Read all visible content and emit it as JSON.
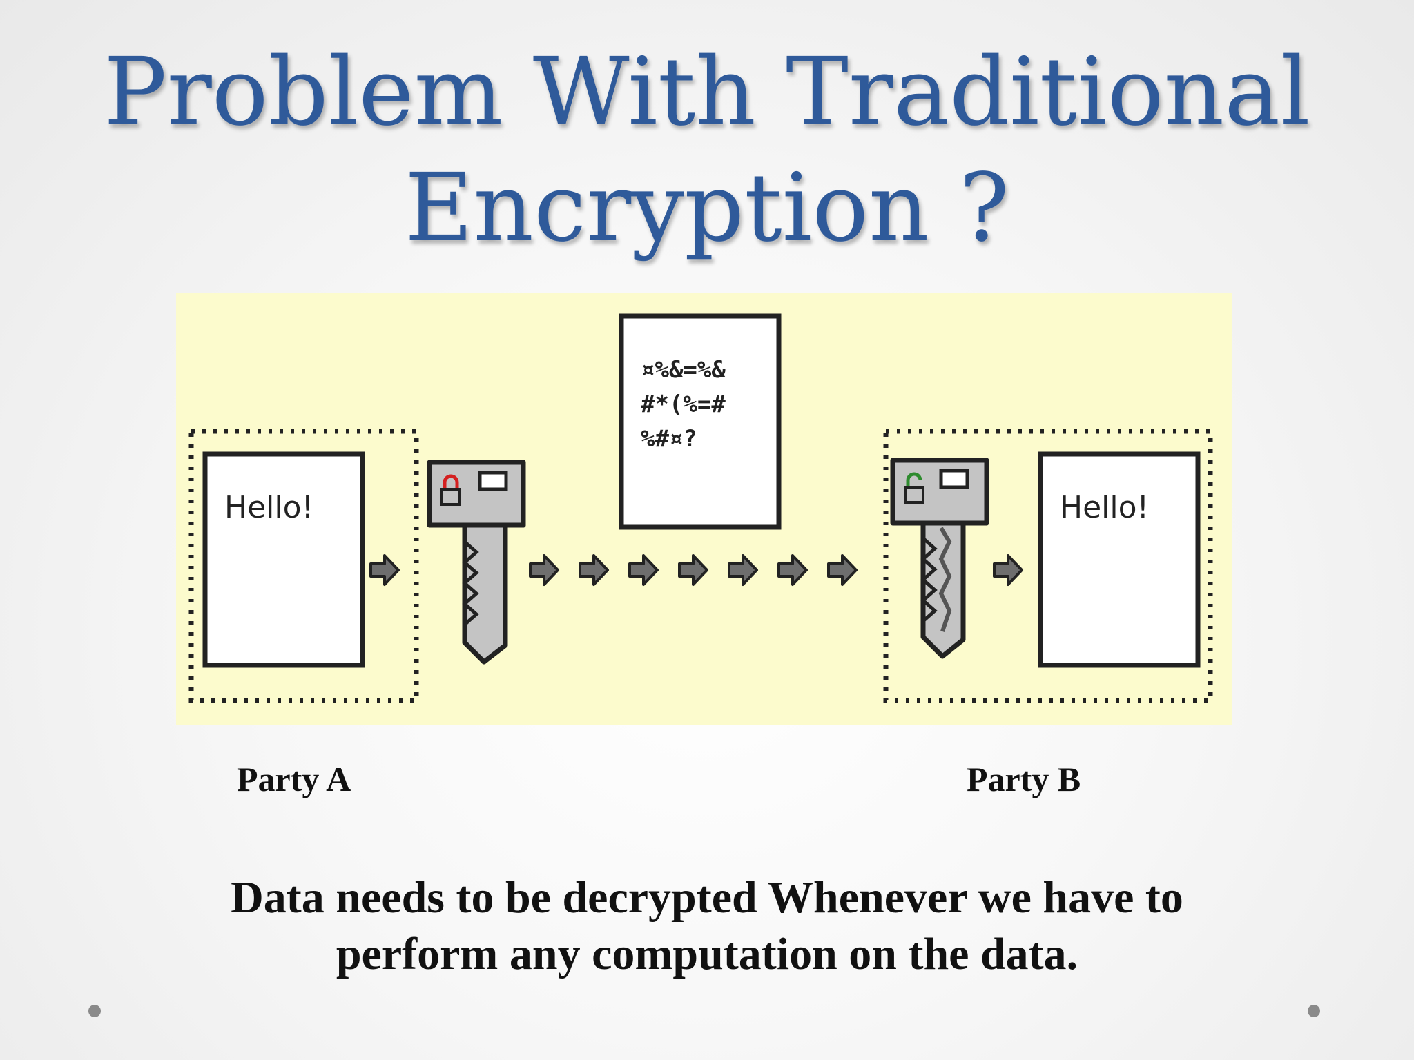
{
  "slide": {
    "title_line1": "Problem With Traditional",
    "title_line2": "Encryption ?",
    "figure": {
      "plaintext_left": "Hello!",
      "plaintext_right": "Hello!",
      "cipher_lines": [
        "¤%&=%&",
        "#*(%=#",
        "%#¤?"
      ],
      "colors": {
        "background": "#fcfbcd",
        "key_fill": "#c4c4c4",
        "lock_red": "#d42020",
        "lock_green": "#2e8b2e"
      }
    },
    "party_a": "Party A",
    "party_b": "Party B",
    "caption_line1": "Data needs to be decrypted Whenever we have to",
    "caption_line2": "perform any computation on the data."
  },
  "icons": [
    "document-icon",
    "key-icon",
    "lock-icon",
    "arrow-right-icon",
    "nav-dot-icon"
  ]
}
